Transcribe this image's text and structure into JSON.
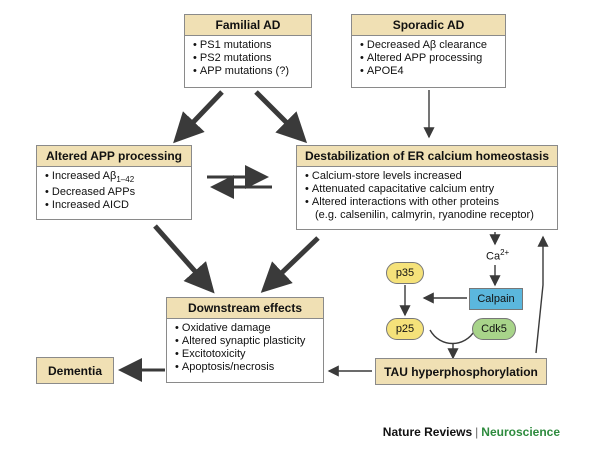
{
  "familial": {
    "title": "Familial AD",
    "items": [
      "PS1 mutations",
      "PS2 mutations",
      "APP mutations (?)"
    ]
  },
  "sporadic": {
    "title": "Sporadic AD",
    "items": [
      "Decreased Aβ clearance",
      "Altered APP processing",
      "APOE4"
    ]
  },
  "app": {
    "title": "Altered APP processing",
    "item1_prefix": "Increased Aβ",
    "item1_sub": "1–42",
    "items": [
      "Decreased APPs",
      "Increased AICD"
    ]
  },
  "er": {
    "title": "Destabilization of ER calcium homeostasis",
    "items": [
      "Calcium-store levels increased",
      "Attenuated capacitative calcium entry",
      "Altered  interactions with other proteins"
    ],
    "sub": "(e.g. calsenilin, calmyrin, ryanodine receptor)"
  },
  "downstream": {
    "title": "Downstream effects",
    "items": [
      "Oxidative damage",
      "Altered synaptic plasticity",
      "Excitotoxicity",
      "Apoptosis/necrosis"
    ]
  },
  "dementia": "Dementia",
  "tau": "TAU hyperphosphorylation",
  "ca": {
    "base": "Ca",
    "sup": "2+"
  },
  "p35": "p35",
  "p25": "p25",
  "calpain": "Calpain",
  "cdk5": "Cdk5",
  "credit": {
    "journal": "Nature Reviews",
    "sep": "|",
    "section": "Neuroscience"
  },
  "colors": {
    "header": "#f0e0b4",
    "yellow": "#f5e27a",
    "green": "#a8d48a",
    "blue": "#5bb7dd",
    "arrow": "#3a3a3a",
    "brand": "#2e8b3e"
  }
}
